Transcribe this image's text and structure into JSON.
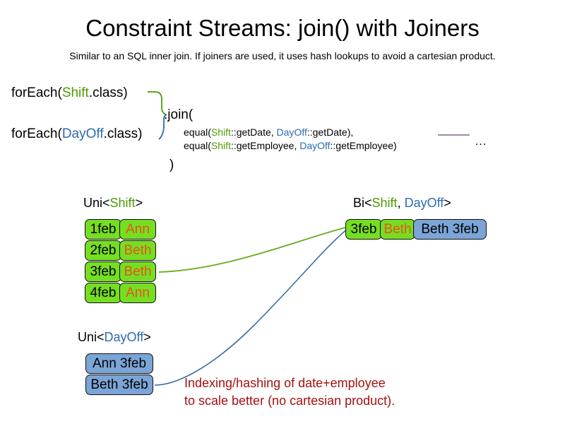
{
  "header": {
    "title": "Constraint Streams: join() with Joiners",
    "subtitle": "Similar to an SQL inner join. If joiners are used, it uses hash lookups to avoid a cartesian product."
  },
  "code": {
    "foreach_shift": {
      "prefix": "forEach(",
      "type": "Shift",
      "suffix": ".class)"
    },
    "foreach_dayoff": {
      "prefix": "forEach(",
      "type": "DayOff",
      "suffix": ".class)"
    },
    "join_open": ".join(",
    "join_close": ")",
    "joiners": [
      {
        "prefix": "equal(",
        "left_type": "Shift",
        "left_method": "::getDate",
        "separator": ", ",
        "right_type": "DayOff",
        "right_method": "::getDate",
        "suffix": "),"
      },
      {
        "prefix": "equal(",
        "left_type": "Shift",
        "left_method": "::getEmployee",
        "separator": ", ",
        "right_type": "DayOff",
        "right_method": "::getEmployee",
        "suffix": ")"
      }
    ],
    "ellipsis": "…"
  },
  "streams": {
    "uni_shift": {
      "label_prefix": "Uni<",
      "label_type": "Shift",
      "label_suffix": ">",
      "rows": [
        {
          "date": "1feb",
          "employee": "Ann"
        },
        {
          "date": "2feb",
          "employee": "Beth"
        },
        {
          "date": "3feb",
          "employee": "Beth"
        },
        {
          "date": "4feb",
          "employee": "Ann"
        }
      ]
    },
    "uni_dayoff": {
      "label_prefix": "Uni<",
      "label_type": "DayOff",
      "label_suffix": ">",
      "rows": [
        {
          "pair": "Ann 3feb"
        },
        {
          "pair": "Beth 3feb"
        }
      ]
    },
    "bi": {
      "label_prefix": "Bi<",
      "label_type_a": "Shift",
      "label_separator": ", ",
      "label_type_b": "DayOff",
      "label_suffix": ">",
      "row": {
        "date": "3feb",
        "employee": "Beth",
        "pair": "Beth 3feb"
      }
    }
  },
  "annotation": {
    "line1": "Indexing/hashing of date+employee",
    "line2": "to scale better (no cartesian product)."
  },
  "colors": {
    "shift_green": "#4e9a06",
    "dayoff_blue": "#2b6cb0",
    "box_green": "#76de22",
    "box_blue": "#7ba5d6",
    "employee_orange": "#e8531a",
    "annotation_red": "#a51010",
    "connector_purple": "#7e6680",
    "box_border": "#111111"
  }
}
